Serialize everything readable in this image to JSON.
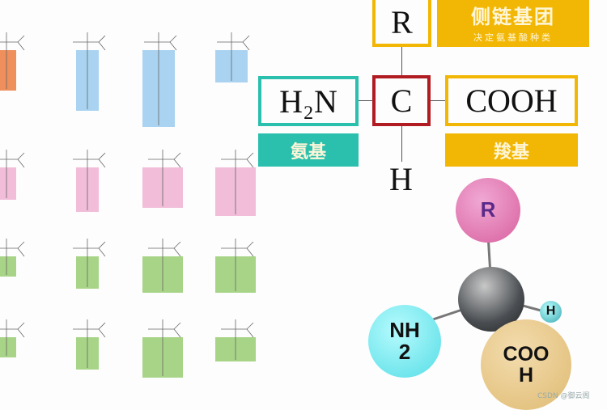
{
  "formula": {
    "r": "R",
    "c": "C",
    "h": "H",
    "amino": "H₂N",
    "carboxyl": "COOH",
    "side_chain_label": "侧链基团",
    "side_chain_sub": "决定氨基酸种类",
    "amino_label": "氨基",
    "carboxyl_label": "羧基"
  },
  "model": {
    "r": "R",
    "nh2_line1": "NH",
    "nh2_line2": "2",
    "cooh_line1": "COO",
    "cooh_line2": "H",
    "h": "H"
  },
  "colors": {
    "gold": "#f2b705",
    "teal": "#2bbfae",
    "red": "#b01c22",
    "pink": "#e07bb8",
    "cyan": "#6fe8ee",
    "tan": "#e8c889",
    "gray": "#555a5e",
    "blue_chain": "#a9d3f0",
    "pink_chain": "#f1bdd9",
    "green_chain": "#a8d488",
    "orange_chain": "#ee8f5c"
  },
  "amino_acid_grid": [
    [
      "orange_chain",
      "blue_chain",
      "blue_chain",
      "blue_chain"
    ],
    [
      "pink_chain",
      "pink_chain",
      "pink_chain",
      "pink_chain"
    ],
    [
      "green_chain",
      "green_chain",
      "green_chain",
      "green_chain"
    ],
    [
      "green_chain",
      "green_chain",
      "green_chain",
      "green_chain"
    ]
  ],
  "watermark": "CSDN @御云阁"
}
